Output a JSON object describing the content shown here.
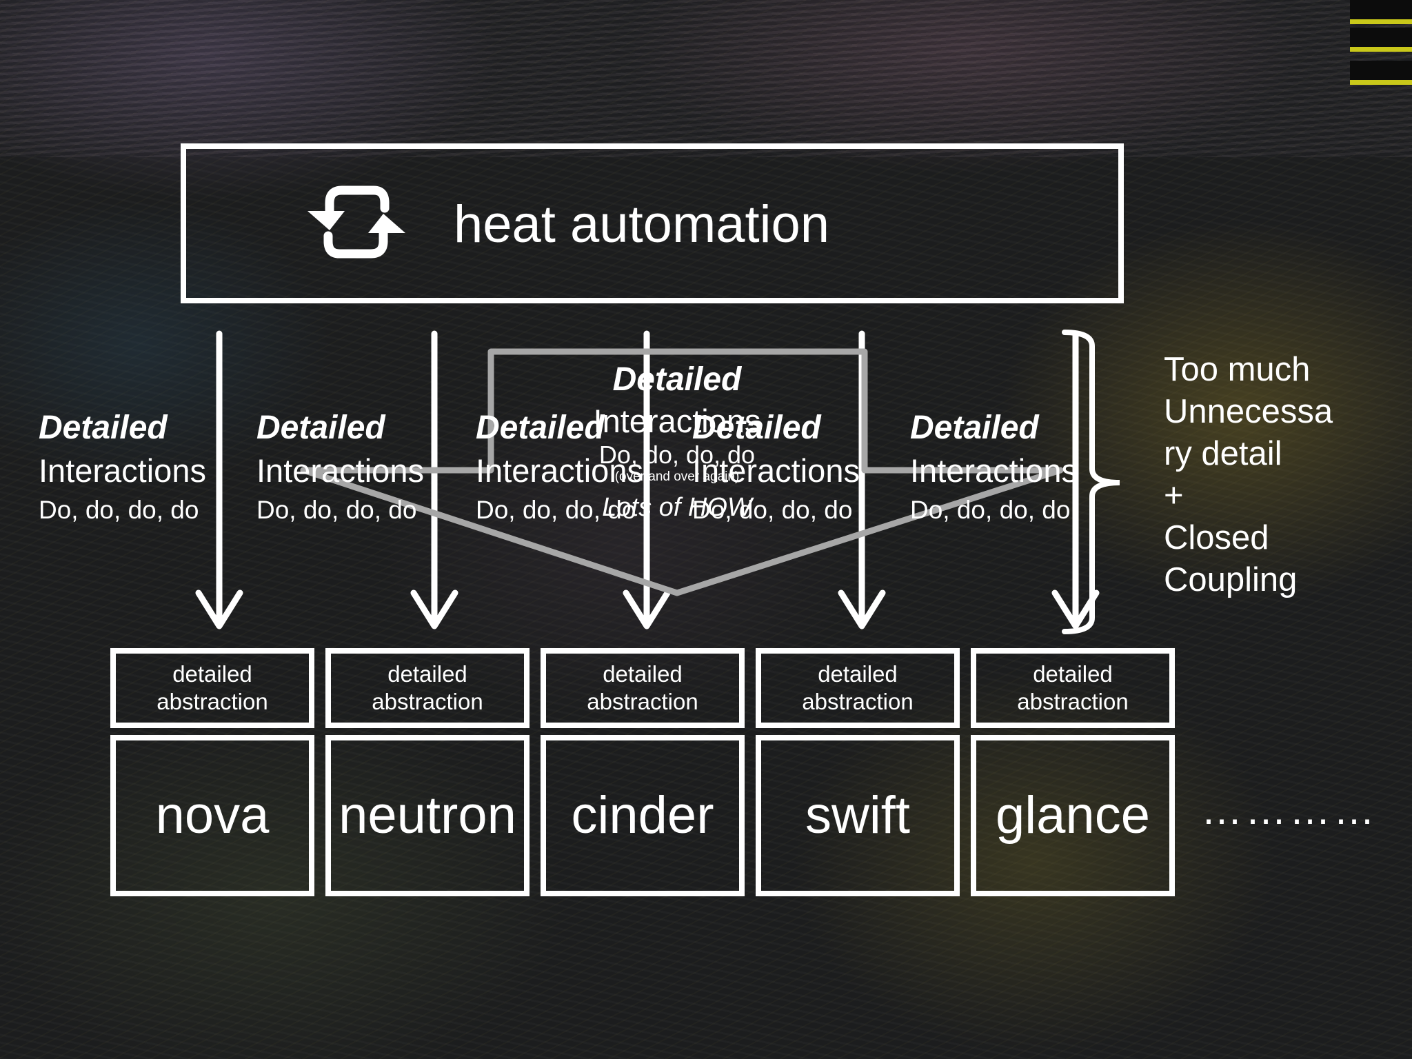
{
  "title": "heat automation",
  "interaction_labels": [
    {
      "heading": "Detailed",
      "line1": "Interactions",
      "line2": "Do, do, do, do"
    },
    {
      "heading": "Detailed",
      "line1": "Interactions",
      "line2": "Do, do, do, do"
    },
    {
      "heading": "Detailed",
      "line1": "Interactions",
      "line2": "Do, do, do, do"
    },
    {
      "heading": "Detailed",
      "line1": "Interactions",
      "line2": "Do, do, do, do"
    },
    {
      "heading": "Detailed",
      "line1": "Interactions",
      "line2": "Do, do, do, do"
    }
  ],
  "summary": {
    "heading": "Detailed",
    "line1": "Interactions",
    "line2": "Do, do, do, do",
    "note": "(over and over again)",
    "emphasis": "Lots of HOW"
  },
  "abstraction_label": "detailed abstraction",
  "projects": [
    "nova",
    "neutron",
    "cinder",
    "swift",
    "glance"
  ],
  "ellipsis": "…………",
  "side_note": [
    "Too much",
    "Unnecessa",
    "ry detail",
    "+",
    "Closed",
    "Coupling"
  ],
  "colors": {
    "line": "#ffffff",
    "overlay": "#a7a7a7",
    "accent_stripe": "#c9c81a"
  },
  "icons": {
    "title_icon": "sync-arrows-icon"
  }
}
